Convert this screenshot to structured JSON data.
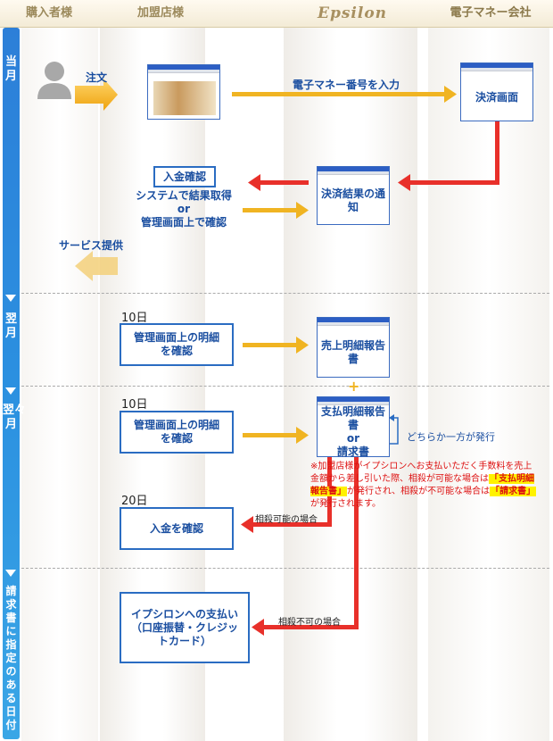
{
  "header": {
    "col_buyer": "購入者様",
    "col_merchant": "加盟店様",
    "col_logo": "Epsilon",
    "col_emoney": "電子マネー会社"
  },
  "sidebar": {
    "period1": "当月",
    "period2": "翌月",
    "period3": "翌々月",
    "period4": "請求書に指定のある日付"
  },
  "flow": {
    "order": "注文",
    "input_number": "電子マネー番号を入力",
    "payment_screen": "決済画面",
    "confirm_deposit": "入金確認",
    "system_fetch": "システムで結果取得",
    "or1": "or",
    "admin_check": "管理画面上で確認",
    "result_notice": "決済結果の通知",
    "service": "サービス提供",
    "day10a": "10日",
    "detail_check_a": "管理画面上の明細を確認",
    "sales_report": "売上明細報告書",
    "plus": "+",
    "day10b": "10日",
    "detail_check_b": "管理画面上の明細を確認",
    "payment_report": "支払明細報告書",
    "or2": "or",
    "invoice": "請求書",
    "either": "どちらか一方が発行",
    "note_a": "※加盟店様がイプシロンへお支払いただく手数料を売上金額から差し引いた際、相殺が可能な場合は",
    "note_hl1": "「支払明細報告書」",
    "note_b": "が発行され、相殺が不可能な場合は",
    "note_hl2": "「請求書」",
    "note_c": "が発行されます。",
    "day20": "20日",
    "confirm_deposit2": "入金を確認",
    "offset_ok": "相殺可能の場合",
    "pay_epsilon": "イプシロンへの支払い（口座振替・クレジットカード）",
    "offset_ng": "相殺不可の場合"
  },
  "colors": {
    "blue_text": "#1a4ea0",
    "box_border": "#2a6cc2",
    "arrow_yellow": "#f0b422",
    "arrow_red": "#e8302a",
    "sidebar": "#2b90e0"
  }
}
